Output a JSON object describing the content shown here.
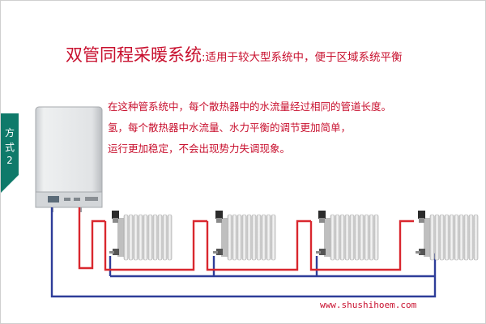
{
  "title": {
    "main": "双管同程采暖系统",
    "sub": ":适用于较大型系统中，便于区域系统平衡"
  },
  "description": [
    "在这种管系统中，每个散热器中的水流量经过相同的管道长度。",
    "氢，每个散热器中水流量、水力平衡的调节更加简单，",
    "运行更加稳定，不会出现势力失调现象。"
  ],
  "side_tab": [
    "方",
    "式",
    "2"
  ],
  "website": "www.shushihoem.com",
  "radiator_count": 4,
  "colors": {
    "title_red": "#c8102e",
    "supply_pipe": "#d9272e",
    "return_pipe": "#2e3d99",
    "side_tab": "#0f7a6a",
    "boiler_body": "#e2e4e6"
  }
}
